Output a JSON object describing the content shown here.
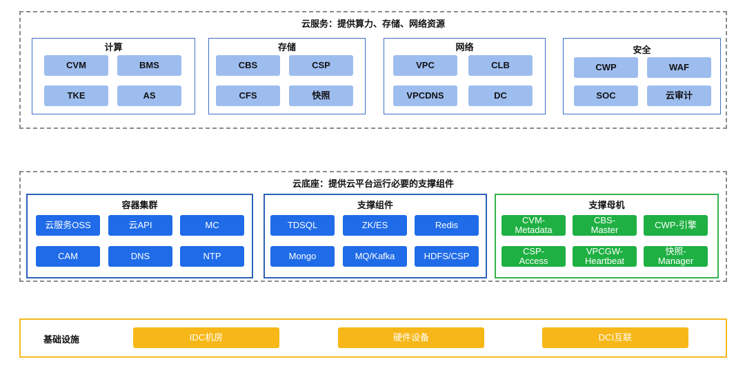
{
  "cloud_services": {
    "title": "云服务：提供算力、存储、网络资源",
    "groups": [
      {
        "title": "计算",
        "items": [
          "CVM",
          "BMS",
          "TKE",
          "AS"
        ]
      },
      {
        "title": "存储",
        "items": [
          "CBS",
          "CSP",
          "CFS",
          "快照"
        ]
      },
      {
        "title": "网络",
        "items": [
          "VPC",
          "CLB",
          "VPCDNS",
          "DC"
        ]
      },
      {
        "title": "安全",
        "items": [
          "CWP",
          "WAF",
          "SOC",
          "云审计"
        ]
      }
    ]
  },
  "cloud_base": {
    "title": "云底座：提供云平台运行必要的支撑组件",
    "groups": [
      {
        "title": "容器集群",
        "items": [
          "云服务OSS",
          "云API",
          "MC",
          "CAM",
          "DNS",
          "NTP"
        ]
      },
      {
        "title": "支撑组件",
        "items": [
          "TDSQL",
          "ZK/ES",
          "Redis",
          "Mongo",
          "MQ/Kafka",
          "HDFS/CSP"
        ]
      },
      {
        "title": "支撑母机",
        "items": [
          "CVM-Metadata",
          "CBS-Master",
          "CWP-引擎",
          "CSP-Access",
          "VPCGW-Heartbeat",
          "快照-Manager"
        ]
      }
    ]
  },
  "infrastructure": {
    "label": "基础设施",
    "items": [
      "IDC机房",
      "硬件设备",
      "DCI互联"
    ]
  },
  "colors": {
    "dashed_border": "#8a8a8a",
    "light_chip": "#9ebdef",
    "blue_chip": "#1f6be8",
    "green_chip": "#1fb043",
    "yellow": "#f7b718"
  }
}
